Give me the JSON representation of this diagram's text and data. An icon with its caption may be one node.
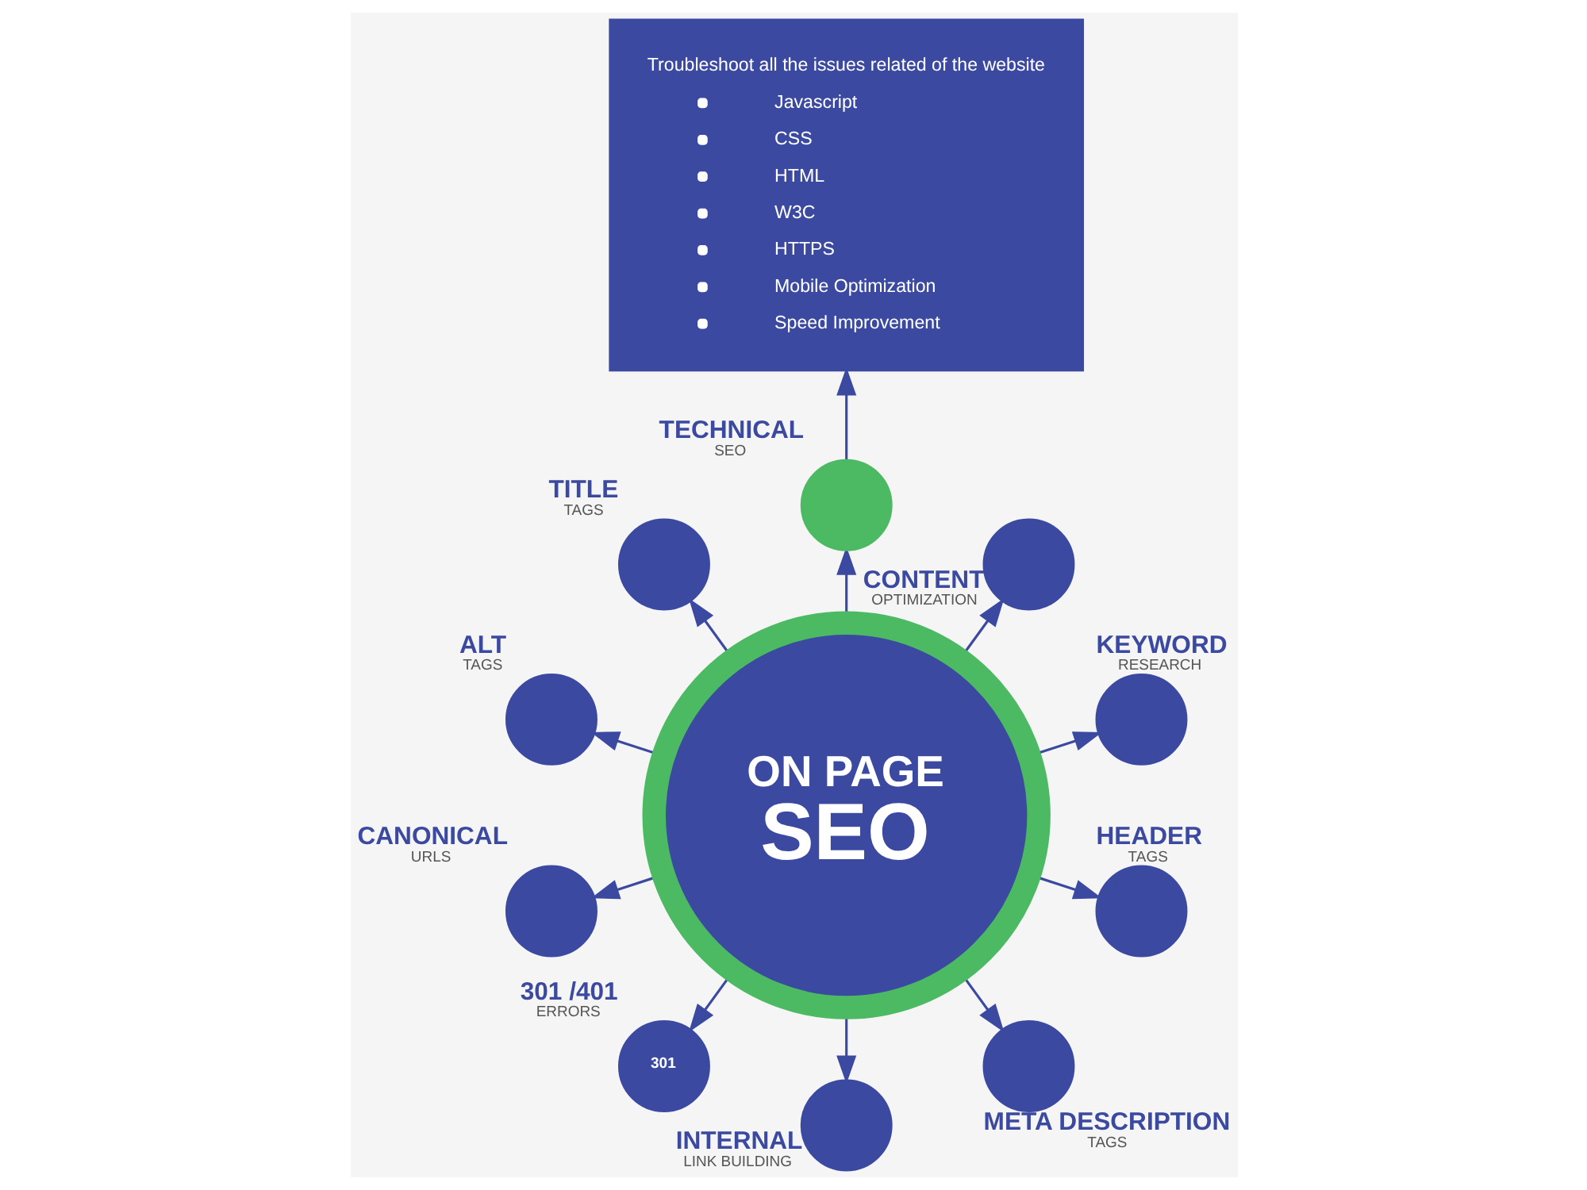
{
  "diagram": {
    "nodes": [
      {
        "text": [
          "ON PAGE",
          "SEO"
        ]
      },
      {
        "text": [
          "KEYWORD",
          "RESEARCH"
        ]
      },
      {
        "text": [
          "CONTENT",
          "OPTIMIZATION"
        ]
      },
      {
        "text": [
          "TECHNICAL",
          "SEO"
        ]
      },
      {
        "text": [
          "TITLE",
          "TAGS"
        ]
      },
      {
        "text": [
          "ALT",
          "TAGS"
        ]
      },
      {
        "text": [
          "CANONICAL",
          "URLS"
        ]
      },
      {
        "text": [
          "301",
          "301 /401",
          "ERRORS"
        ]
      },
      {
        "text": [
          "INTERNAL",
          "LINK BUILDING"
        ]
      },
      {
        "text": [
          "META DESCRIPTION",
          "TAGS"
        ]
      },
      {
        "text": [
          "HEADER",
          "TAGS"
        ]
      },
      {
        "text": [
          "Troubleshoot all the issues related of the website",
          "Javascript",
          "CSS",
          "HTML",
          "W3C",
          "HTTPS",
          "Mobile Optimization",
          "Speed Improvement"
        ]
      }
    ],
    "edges": [
      {
        "from": 0,
        "to": 1,
        "arrow": "to"
      },
      {
        "from": 0,
        "to": 2,
        "arrow": "to"
      },
      {
        "from": 0,
        "to": 3,
        "arrow": "to"
      },
      {
        "from": 0,
        "to": 4,
        "arrow": "to"
      },
      {
        "from": 0,
        "to": 5,
        "arrow": "to"
      },
      {
        "from": 0,
        "to": 6,
        "arrow": "to"
      },
      {
        "from": 0,
        "to": 7,
        "arrow": "to"
      },
      {
        "from": 0,
        "to": 8,
        "arrow": "to"
      },
      {
        "from": 0,
        "to": 9,
        "arrow": "to"
      },
      {
        "from": 0,
        "to": 10,
        "arrow": "to"
      },
      {
        "from": 3,
        "to": 11,
        "arrow": "to"
      }
    ]
  }
}
